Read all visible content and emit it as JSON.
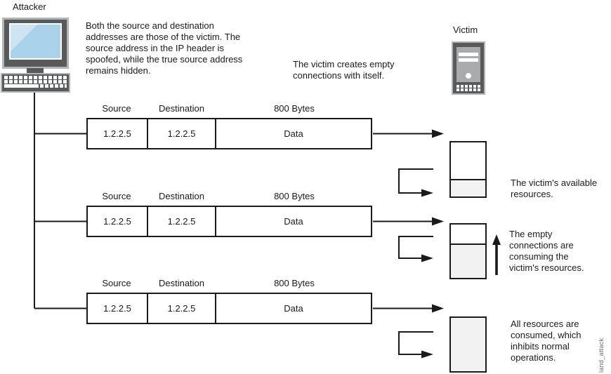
{
  "attacker": {
    "label": "Attacker"
  },
  "victim": {
    "label": "Victim"
  },
  "notes": {
    "spoof": [
      "Both the source and destination",
      "addresses are those of the victim. The",
      "source address in the IP header is",
      "spoofed, while the true source address",
      "remains hidden."
    ],
    "self_connection": [
      "The victim creates empty",
      "connections with itself."
    ]
  },
  "packets": {
    "headers": [
      "Source",
      "Destination",
      "800 Bytes"
    ],
    "rows": [
      {
        "source": "1.2.2.5",
        "destination": "1.2.2.5",
        "payload": "Data"
      },
      {
        "source": "1.2.2.5",
        "destination": "1.2.2.5",
        "payload": "Data"
      },
      {
        "source": "1.2.2.5",
        "destination": "1.2.2.5",
        "payload": "Data"
      }
    ]
  },
  "resources": {
    "fill_percent": [
      30,
      62,
      100
    ],
    "captions": {
      "available": [
        "The victim's available",
        "resources."
      ],
      "consuming": [
        "The empty",
        "connections are",
        "consuming the",
        "victim's resources."
      ],
      "consumed": [
        "All resources are",
        "consumed, which",
        "inhibits normal",
        "operations."
      ]
    }
  },
  "watermark": "land_attack",
  "colors": {
    "line": "#1a1a1a",
    "device_dark": "#58595b",
    "device_light_border": "#b2b4b6",
    "tower_panel": "#a8aaac",
    "screen_blue": "#a9d2ea",
    "screen_highlight": "#cfe4f1",
    "resource_fill": "#f2f2f2"
  }
}
